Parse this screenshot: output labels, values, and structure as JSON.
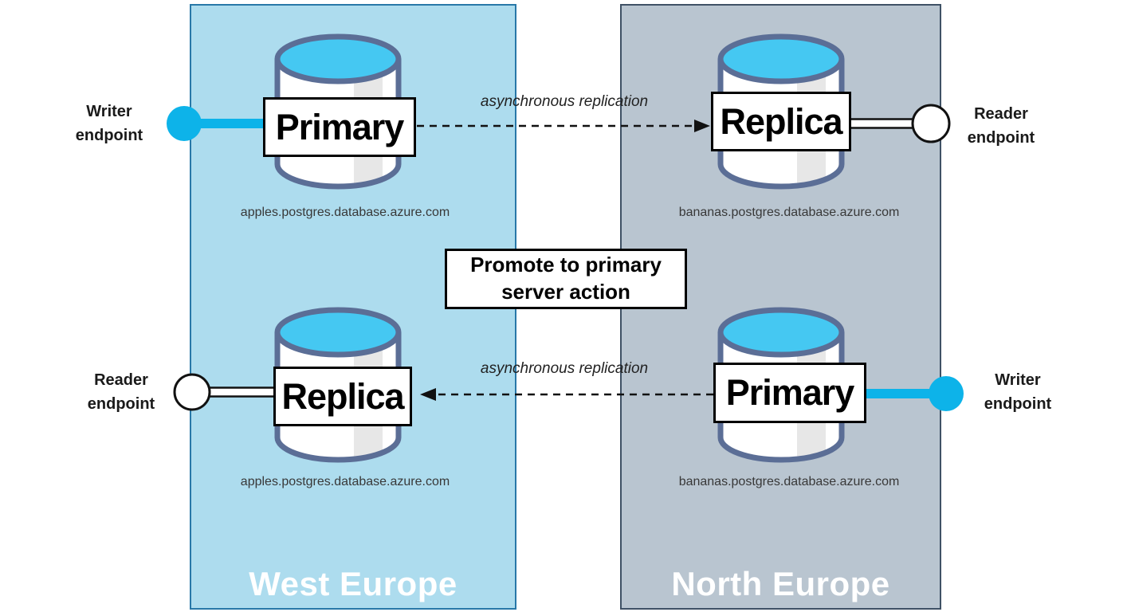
{
  "regions": {
    "west": {
      "label": "West Europe"
    },
    "north": {
      "label": "North Europe"
    }
  },
  "nodes": {
    "top_west": {
      "role": "Primary",
      "hostname": "apples.postgres.database.azure.com"
    },
    "top_north": {
      "role": "Replica",
      "hostname": "bananas.postgres.database.azure.com"
    },
    "bottom_west": {
      "role": "Replica",
      "hostname": "apples.postgres.database.azure.com"
    },
    "bottom_north": {
      "role": "Primary",
      "hostname": "bananas.postgres.database.azure.com"
    }
  },
  "endpoints": {
    "top_left": {
      "type": "writer",
      "line1": "Writer",
      "line2": "endpoint"
    },
    "top_right": {
      "type": "reader",
      "line1": "Reader",
      "line2": "endpoint"
    },
    "bottom_left": {
      "type": "reader",
      "line1": "Reader",
      "line2": "endpoint"
    },
    "bottom_right": {
      "type": "writer",
      "line1": "Writer",
      "line2": "endpoint"
    }
  },
  "connections": {
    "top": {
      "label": "asynchronous replication",
      "direction": "west-to-north"
    },
    "bottom": {
      "label": "asynchronous replication",
      "direction": "north-to-west"
    }
  },
  "action": {
    "label": "Promote to primary server action"
  },
  "colors": {
    "west_region_fill": "#ADDCEE",
    "west_region_border": "#2878A8",
    "north_region_fill": "#B9C5D0",
    "north_region_border": "#3F5165",
    "database_top": "#45C8F2",
    "database_stroke": "#5B6E96",
    "writer_endpoint": "#0DB3E9",
    "reader_endpoint_fill": "#FFFFFF",
    "arrow": "#111111"
  }
}
